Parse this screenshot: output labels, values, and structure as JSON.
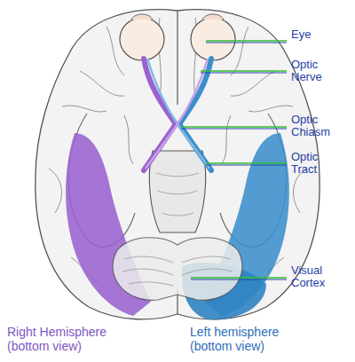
{
  "diagram": {
    "labels": [
      "Eye",
      "Optic Nerve",
      "Optic Chiasm",
      "Optic Tract",
      "Visual Cortex",
      "Right Hemisphere (bottom view)",
      "Left hemisphere (bottom view)"
    ]
  }
}
